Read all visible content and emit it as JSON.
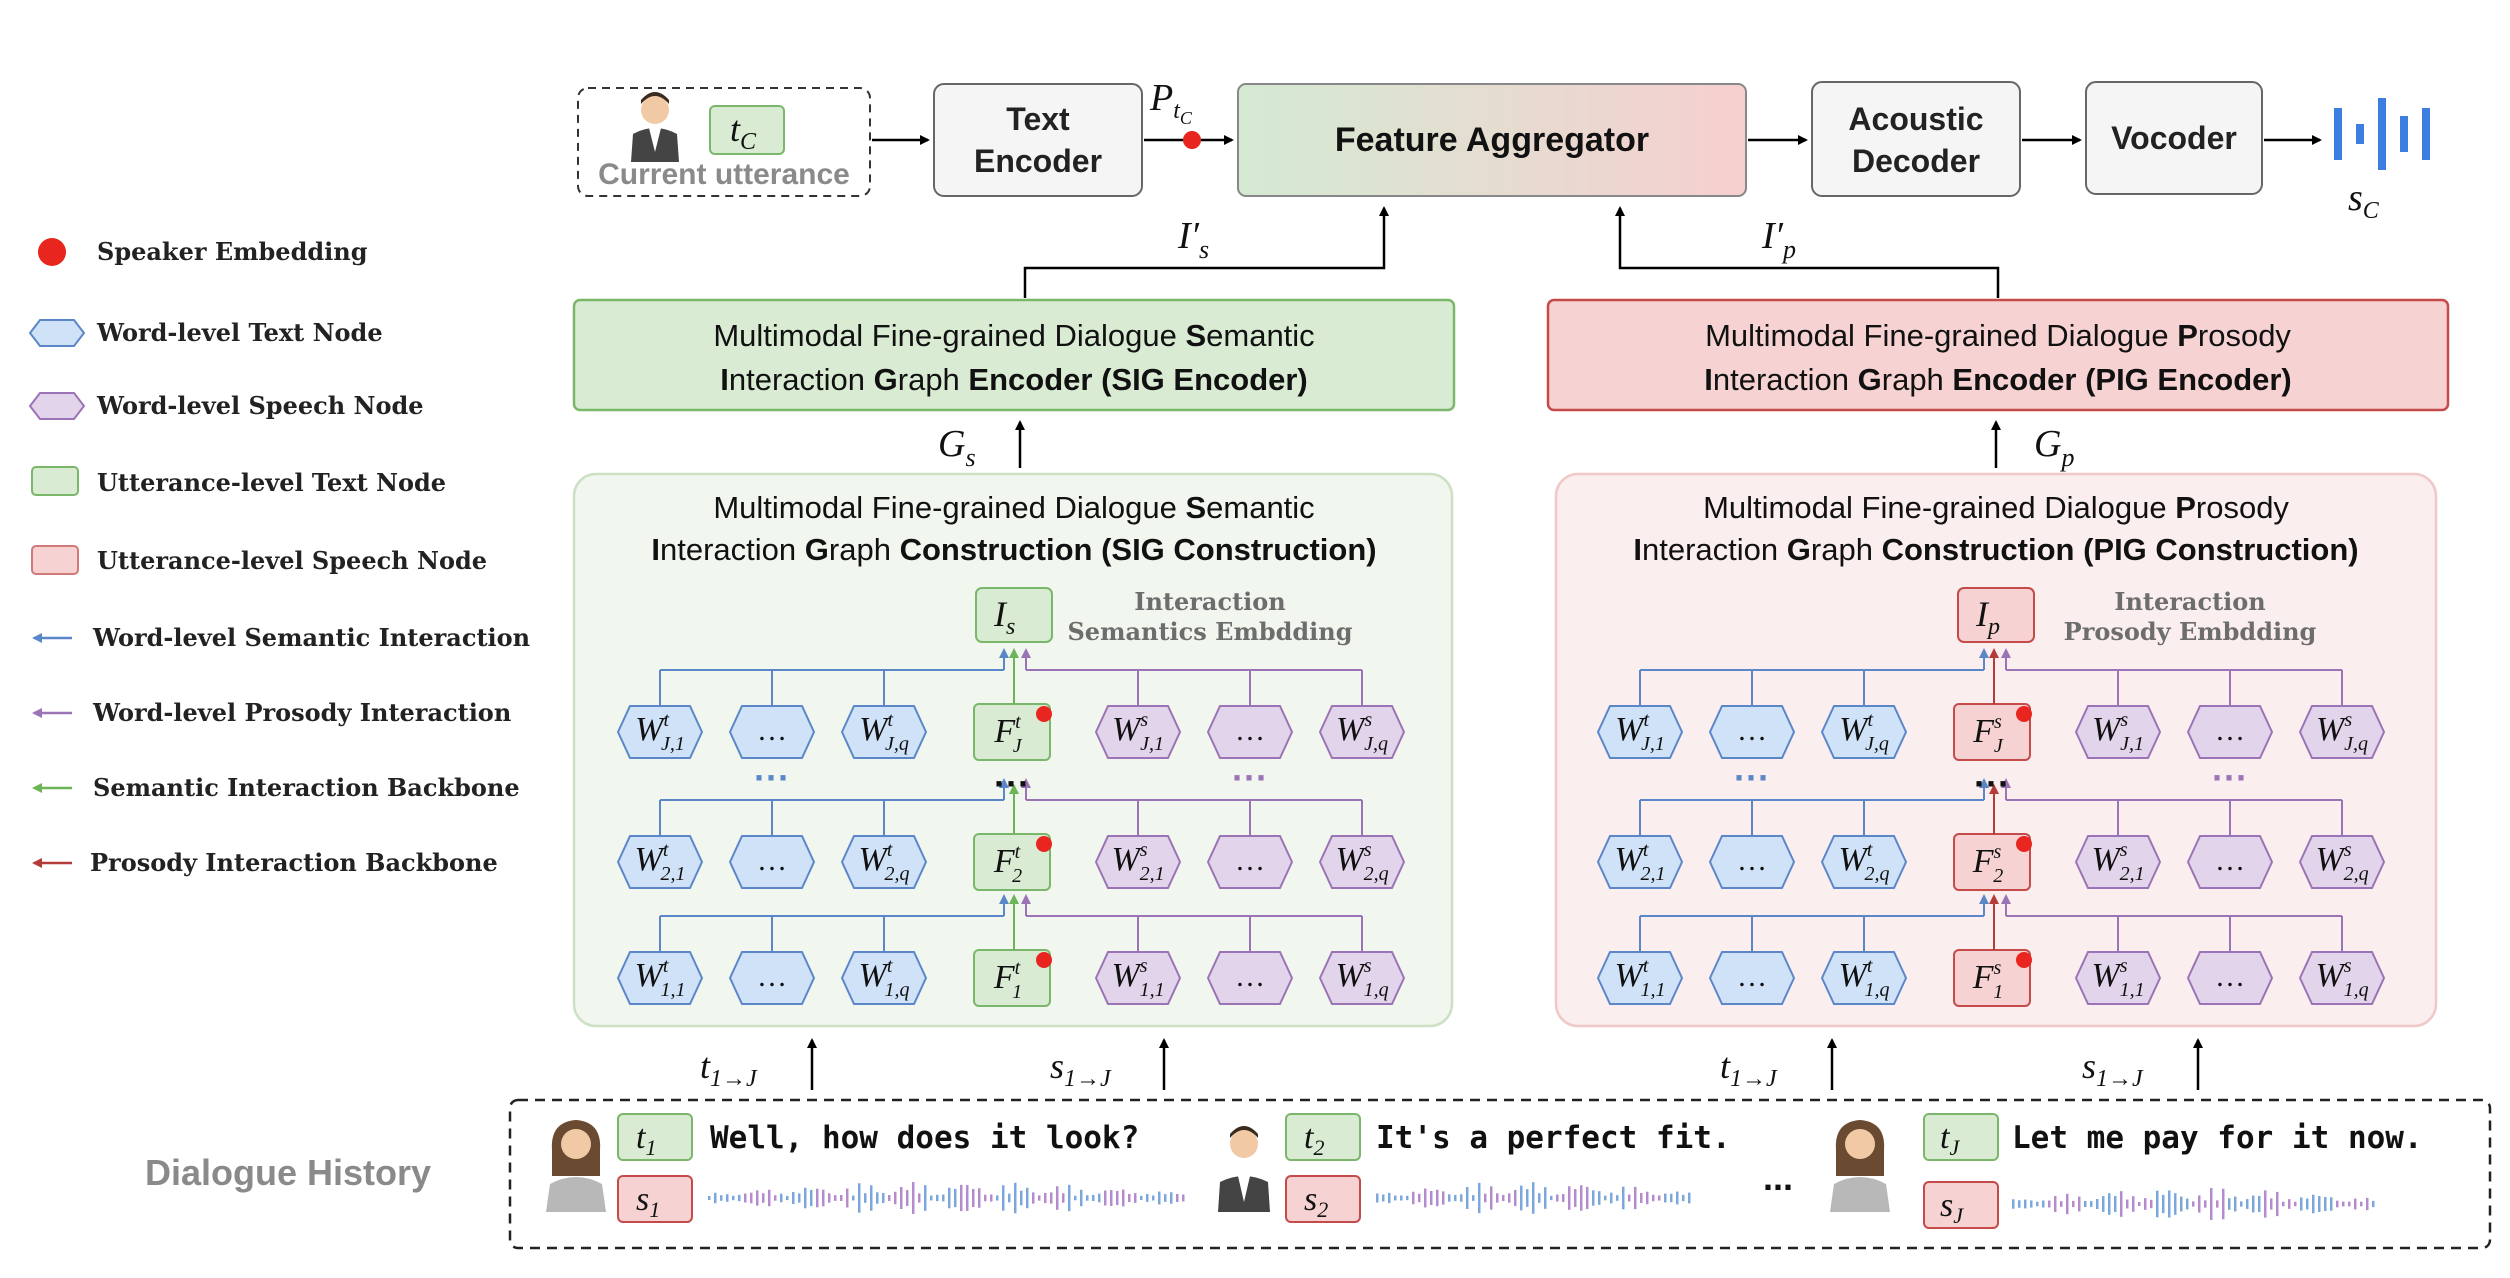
{
  "legend": [
    {
      "label": "Speaker Embedding",
      "icon": "red-dot-icon",
      "color": "#e8261f"
    },
    {
      "label": "Word-level Text Node",
      "icon": "blue-hexagon-icon",
      "color": "#cfe2f8"
    },
    {
      "label": "Word-level Speech Node",
      "icon": "purple-hexagon-icon",
      "color": "#e2d4ea"
    },
    {
      "label": "Utterance-level Text Node",
      "icon": "green-rect-icon",
      "color": "#d9ecd3"
    },
    {
      "label": "Utterance-level Speech Node",
      "icon": "red-rect-icon",
      "color": "#f6d2d2"
    },
    {
      "label": "Word-level Semantic Interaction",
      "icon": "blue-arrow-icon",
      "color": "#5b87c9"
    },
    {
      "label": "Word-level Prosody Interaction",
      "icon": "purple-arrow-icon",
      "color": "#9b73b7"
    },
    {
      "label": "Semantic Interaction Backbone",
      "icon": "green-arrow-icon",
      "color": "#6bb557"
    },
    {
      "label": "Prosody Interaction Backbone",
      "icon": "darkred-arrow-icon",
      "color": "#b53b3b"
    }
  ],
  "pipeline": {
    "current_utterance": "Current utterance",
    "current_token": "t",
    "current_token_sub": "C",
    "text_encoder": [
      "Text",
      "Encoder"
    ],
    "p_label": "P",
    "p_sub": "t",
    "p_subsub": "C",
    "feature_aggregator": "Feature Aggregator",
    "acoustic_decoder": [
      "Acoustic",
      "Decoder"
    ],
    "vocoder": "Vocoder",
    "output_label": "s",
    "output_sub": "C"
  },
  "sig": {
    "encoder_line1_pre": "Multimodal Fine-grained Dialogue ",
    "encoder_line1_bold": "S",
    "encoder_line1_post": "emantic",
    "encoder_line2_b1": "I",
    "encoder_line2_t1": "nteraction ",
    "encoder_line2_b2": "G",
    "encoder_line2_t2": "raph ",
    "encoder_line2_b3": "Encoder (SIG Encoder)",
    "construction_line2_b3": "Construction (SIG Construction)",
    "I_label": "I",
    "I_sub": "s",
    "emb_line1": "Interaction",
    "emb_line2": "Semantics Embdding",
    "I_prime": "I′",
    "I_prime_sub": "s",
    "G_label": "G",
    "G_sub": "s"
  },
  "pig": {
    "encoder_line1_pre": "Multimodal Fine-grained Dialogue ",
    "encoder_line1_bold": "P",
    "encoder_line1_post": "rosody",
    "encoder_line2_b1": "I",
    "encoder_line2_t1": "nteraction ",
    "encoder_line2_b2": "G",
    "encoder_line2_t2": "raph ",
    "encoder_line2_b3": "Encoder (PIG Encoder)",
    "construction_line2_b3": "Construction (PIG Construction)",
    "I_label": "I",
    "I_sub": "p",
    "emb_line1": "Interaction",
    "emb_line2": "Prosody Embdding",
    "I_prime": "I′",
    "I_prime_sub": "p",
    "G_label": "G",
    "G_sub": "p"
  },
  "inputs": {
    "t_range": "t",
    "t_range_sub": "1→J",
    "s_range": "s",
    "s_range_sub": "1→J"
  },
  "dialogue": {
    "title": "Dialogue History",
    "turns": [
      {
        "t": "t",
        "t_sub": "1",
        "s": "s",
        "s_sub": "1",
        "text": "Well, how does it look?"
      },
      {
        "t": "t",
        "t_sub": "2",
        "s": "s",
        "s_sub": "2",
        "text": "It's a perfect fit."
      },
      {
        "t": "t",
        "t_sub": "J",
        "s": "s",
        "s_sub": "J",
        "text": "Let me pay for it now."
      }
    ],
    "ellipsis": "..."
  }
}
